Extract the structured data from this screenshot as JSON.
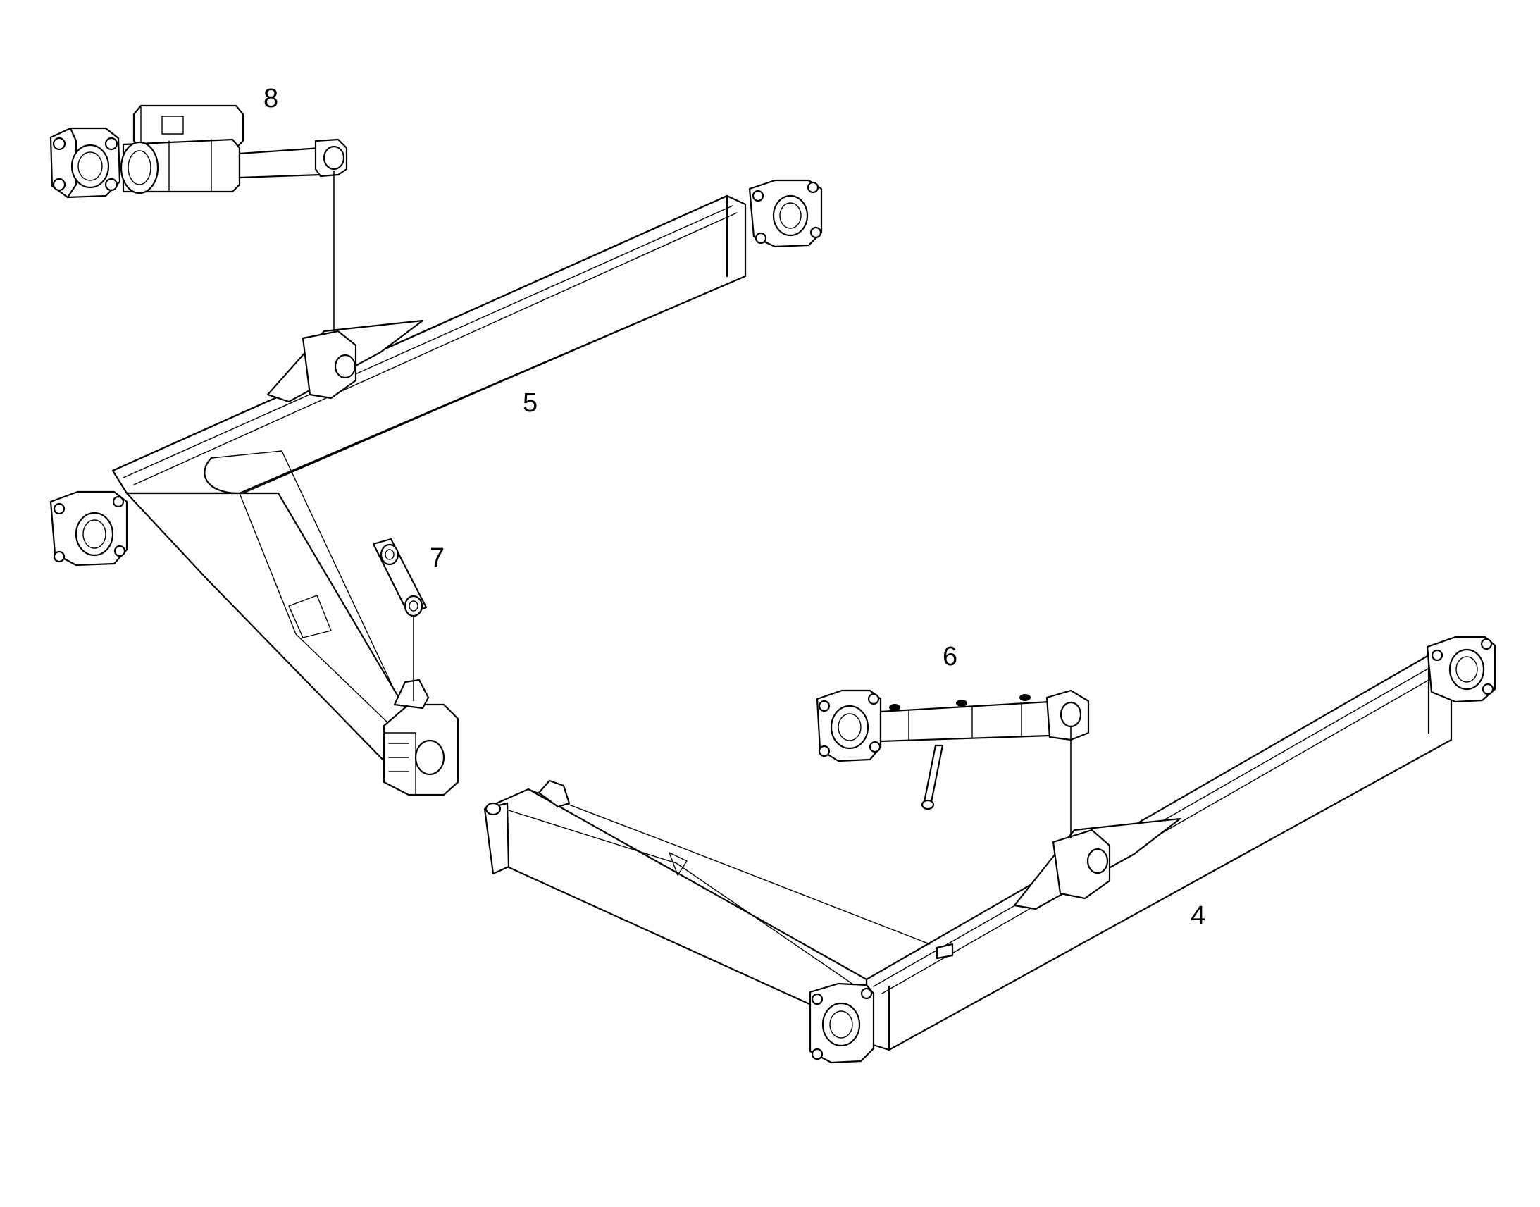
{
  "callouts": {
    "c4": "4",
    "c5": "5",
    "c6": "6",
    "c7": "7",
    "c8": "8"
  }
}
